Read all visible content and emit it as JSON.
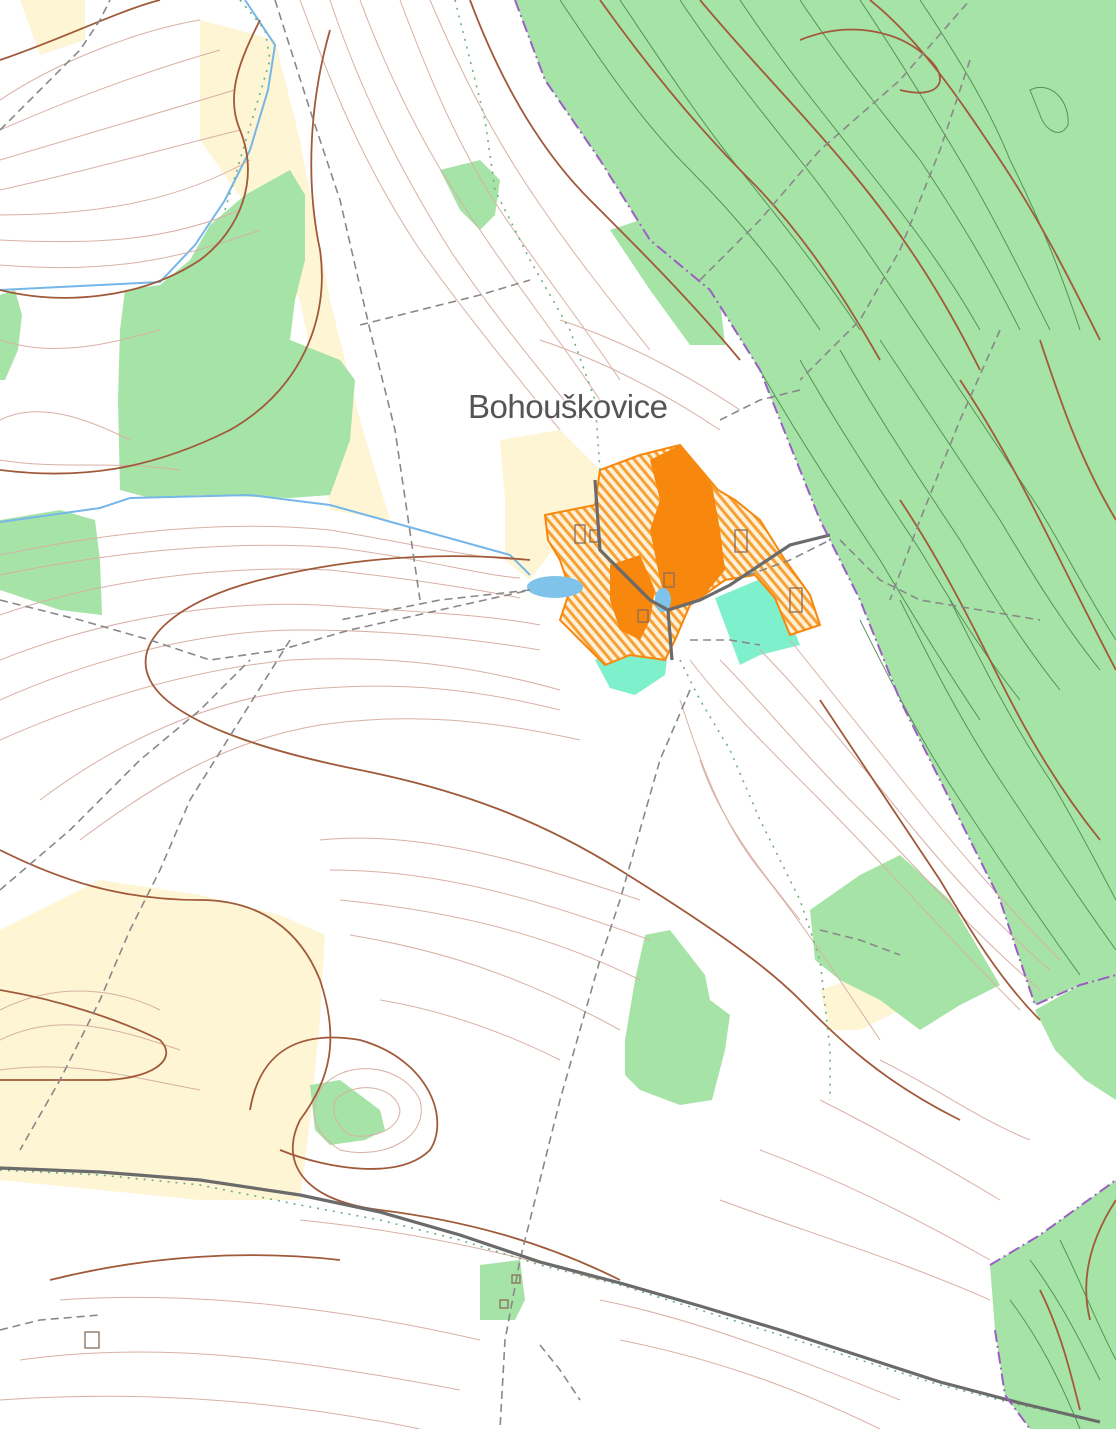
{
  "map": {
    "place_label": "Bohouškovice",
    "colors": {
      "background": "#ffffff",
      "forest": "#a6e3a6",
      "grassland": "#fdf5d4",
      "settlement": "#f7870d",
      "settlement_hatch": "#f7a033",
      "garden": "#7ff0cc",
      "water": "#7fc2ea",
      "stream": "#76b6e8",
      "contour_index": "#a05a3a",
      "contour": "#d8b0a4",
      "track": "#888888",
      "road": "#6b6b6b",
      "path": "#6cae86",
      "boundary": "#9b5fc4"
    },
    "features": {
      "contours": "contour-lines",
      "forest": "forest-areas",
      "grassland": "grassland-areas",
      "settlement": "built-up-area",
      "water": "ponds-and-streams",
      "tracks": "dirt-tracks",
      "road": "main-road",
      "boundary": "administrative-boundary"
    }
  }
}
